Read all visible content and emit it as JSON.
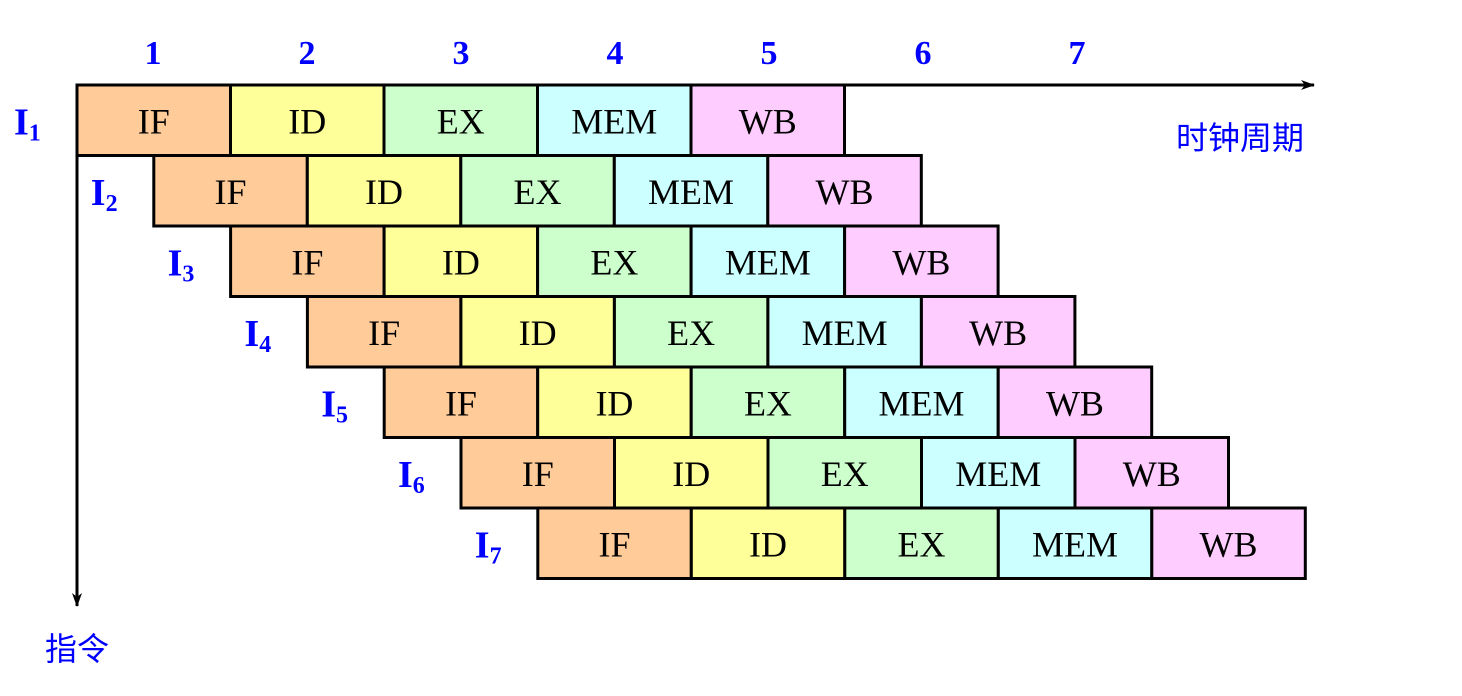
{
  "cycle_labels": [
    "1",
    "2",
    "3",
    "4",
    "5",
    "6",
    "7"
  ],
  "x_axis_label": "时钟周期",
  "y_axis_label": "指令",
  "stages": [
    {
      "name": "IF",
      "color": "#FFCC99"
    },
    {
      "name": "ID",
      "color": "#FFFF99"
    },
    {
      "name": "EX",
      "color": "#CCFFCC"
    },
    {
      "name": "MEM",
      "color": "#CCFFFF"
    },
    {
      "name": "WB",
      "color": "#FFCCFF"
    }
  ],
  "instructions": [
    {
      "letter": "I",
      "sub": "1"
    },
    {
      "letter": "I",
      "sub": "2"
    },
    {
      "letter": "I",
      "sub": "3"
    },
    {
      "letter": "I",
      "sub": "4"
    },
    {
      "letter": "I",
      "sub": "5"
    },
    {
      "letter": "I",
      "sub": "6"
    },
    {
      "letter": "I",
      "sub": "7"
    }
  ],
  "label_color": "#0000FF"
}
